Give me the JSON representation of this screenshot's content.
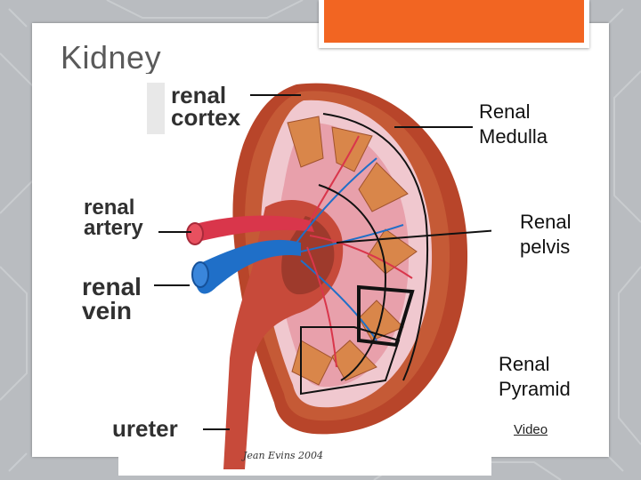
{
  "slide": {
    "title": "Kidney"
  },
  "illustration": {
    "labels": {
      "cortex": "renal\ncortex",
      "artery": "renal\nartery",
      "vein": "renal\nvein",
      "ureter": "ureter"
    },
    "signature": "Jean Evins 2004"
  },
  "callouts": {
    "medulla": "Renal\nMedulla",
    "pelvis": "Renal\npelvis",
    "pyramid": "Renal\nPyramid"
  },
  "link": {
    "video": "Video"
  },
  "colors": {
    "accent": "#f26522",
    "background": "#b9bcc0",
    "kidney_outer": "#b8452a",
    "artery": "#d9364b",
    "vein": "#1f6fc8"
  }
}
